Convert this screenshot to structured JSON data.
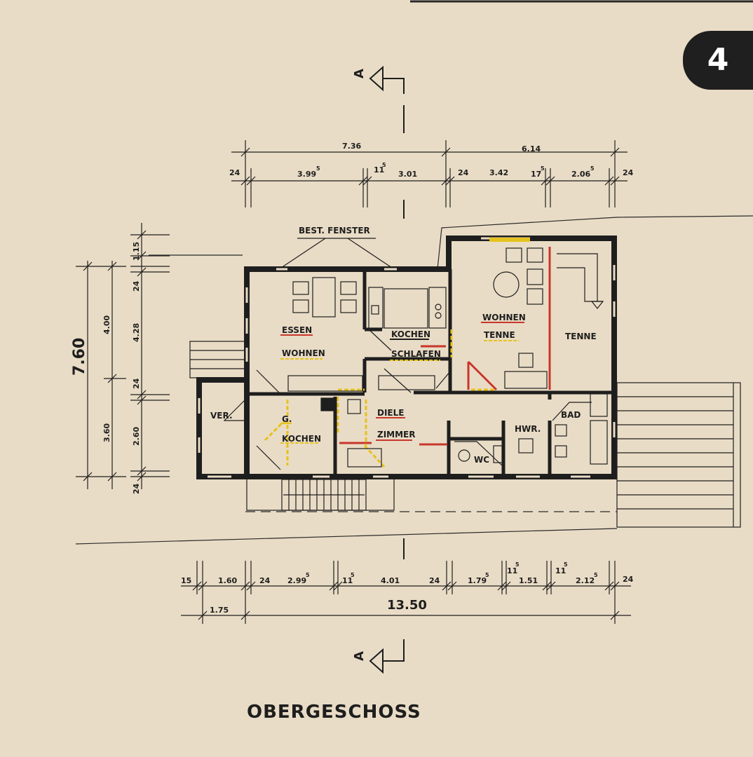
{
  "page_number": "4",
  "title": "OBERGESCHOSS",
  "section_marker": "A",
  "bestand_label": "BEST. FENSTER",
  "rooms": {
    "essen": "ESSEN",
    "wohnen1": "WOHNEN",
    "kochen1": "KOCHEN",
    "schlafen": "SCHLAFEN",
    "wohnen2": "WOHNEN",
    "tenne1": "TENNE",
    "tenne2": "TENNE",
    "ver": "VER.",
    "g": "G.",
    "kochen2": "KOCHEN",
    "diele": "DIELE",
    "zimmer": "ZIMMER",
    "hwr": "HWR.",
    "bad": "BAD",
    "wc": "WC"
  },
  "dims_top": {
    "total_left": "7.36",
    "total_right": "6.14",
    "d1": "24",
    "d2": "3.99",
    "d2_sup": "5",
    "d3": "11",
    "d3_sup": "5",
    "d4": "3.01",
    "d5": "24",
    "d6": "3.42",
    "d7": "17",
    "d7_sup": "5",
    "d8": "2.06",
    "d8_sup": "5",
    "d9": "24"
  },
  "dims_left": {
    "total": "7.60",
    "outer_a": "4.00",
    "outer_b": "3.60",
    "inner_a": "1.15",
    "inner_b": "24",
    "inner_c": "4.28",
    "inner_d": "24",
    "inner_e": "2.60",
    "inner_f": "24"
  },
  "dims_bottom": {
    "b1": "15",
    "b2": "1.60",
    "b3": "24",
    "b4": "2.99",
    "b4_sup": "5",
    "b5": "11",
    "b5_sup": "5",
    "b6": "4.01",
    "b7": "24",
    "b8": "1.79",
    "b8_sup": "5",
    "b9": "11",
    "b9_sup": "5",
    "b10": "1.51",
    "b11": "11",
    "b11_sup": "5",
    "b12": "2.12",
    "b12_sup": "5",
    "b13": "24",
    "sub_left": "1.75",
    "total": "13.50"
  },
  "colors": {
    "paper": "#e9dcc6",
    "ink": "#1e1e1e",
    "red": "#c8362b",
    "yellow": "#e6c21e"
  }
}
